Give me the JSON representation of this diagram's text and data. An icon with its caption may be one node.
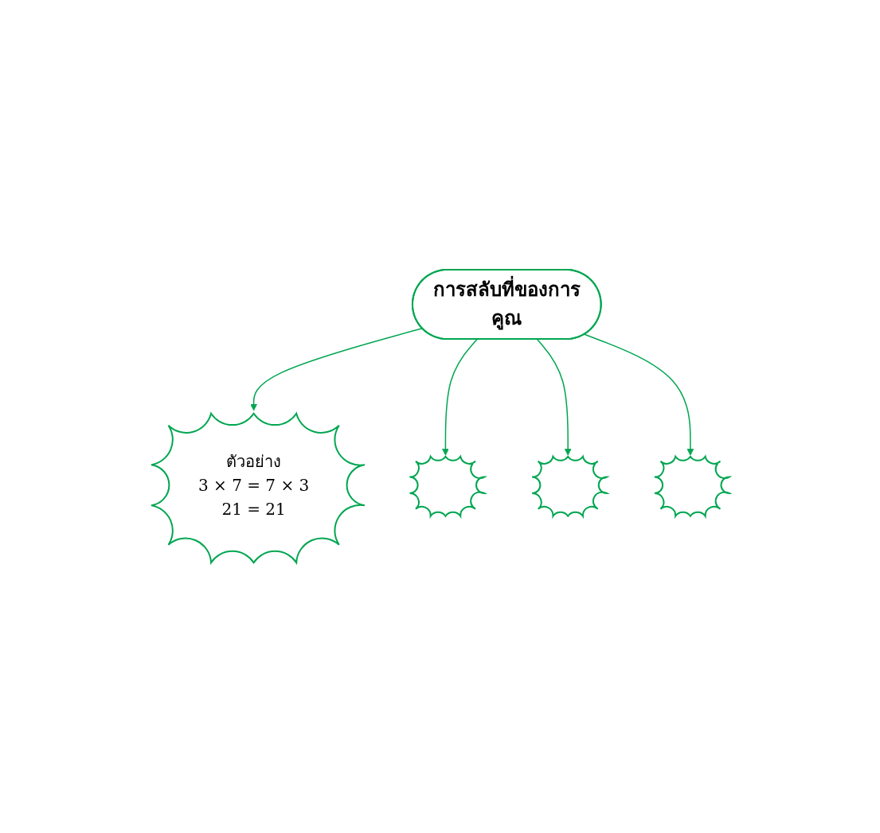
{
  "diagram": {
    "nodes": [
      {
        "text": [
          "ตัวอย่าง",
          "3 × 7 = 7 × 3",
          "21 = 21"
        ]
      },
      {
        "text": [],
        "shape": "burst"
      },
      {
        "text": [
          "การสลับที่ของการคูณ"
        ]
      },
      {
        "text": [],
        "shape": "burst"
      },
      {
        "text": [],
        "shape": "burst"
      }
    ],
    "edges": [
      {
        "from": 2,
        "to": 0,
        "arrow": "to"
      },
      {
        "from": 2,
        "to": 1,
        "arrow": "to"
      },
      {
        "from": 2,
        "to": 3,
        "arrow": "to"
      },
      {
        "from": 2,
        "to": 4,
        "arrow": "to"
      }
    ]
  }
}
